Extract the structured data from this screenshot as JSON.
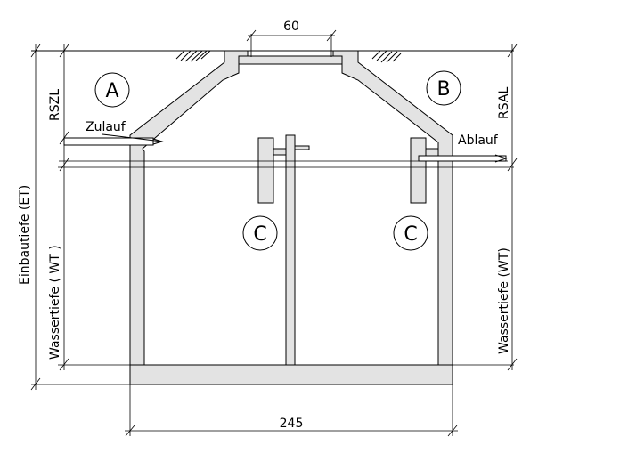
{
  "dimensions": {
    "top_opening": "60",
    "width": "245"
  },
  "labels": {
    "inlet": "Zulauf",
    "outlet": "Ablauf",
    "left_upper": "RSZL",
    "right_upper": "RSAL",
    "left_outer": "Einbautiefe (ET)",
    "left_water": "Wassertiefe ( WT )",
    "right_water": "Wassertiefe (WT)"
  },
  "zones": {
    "a": "A",
    "b": "B",
    "c_left": "C",
    "c_right": "C"
  }
}
